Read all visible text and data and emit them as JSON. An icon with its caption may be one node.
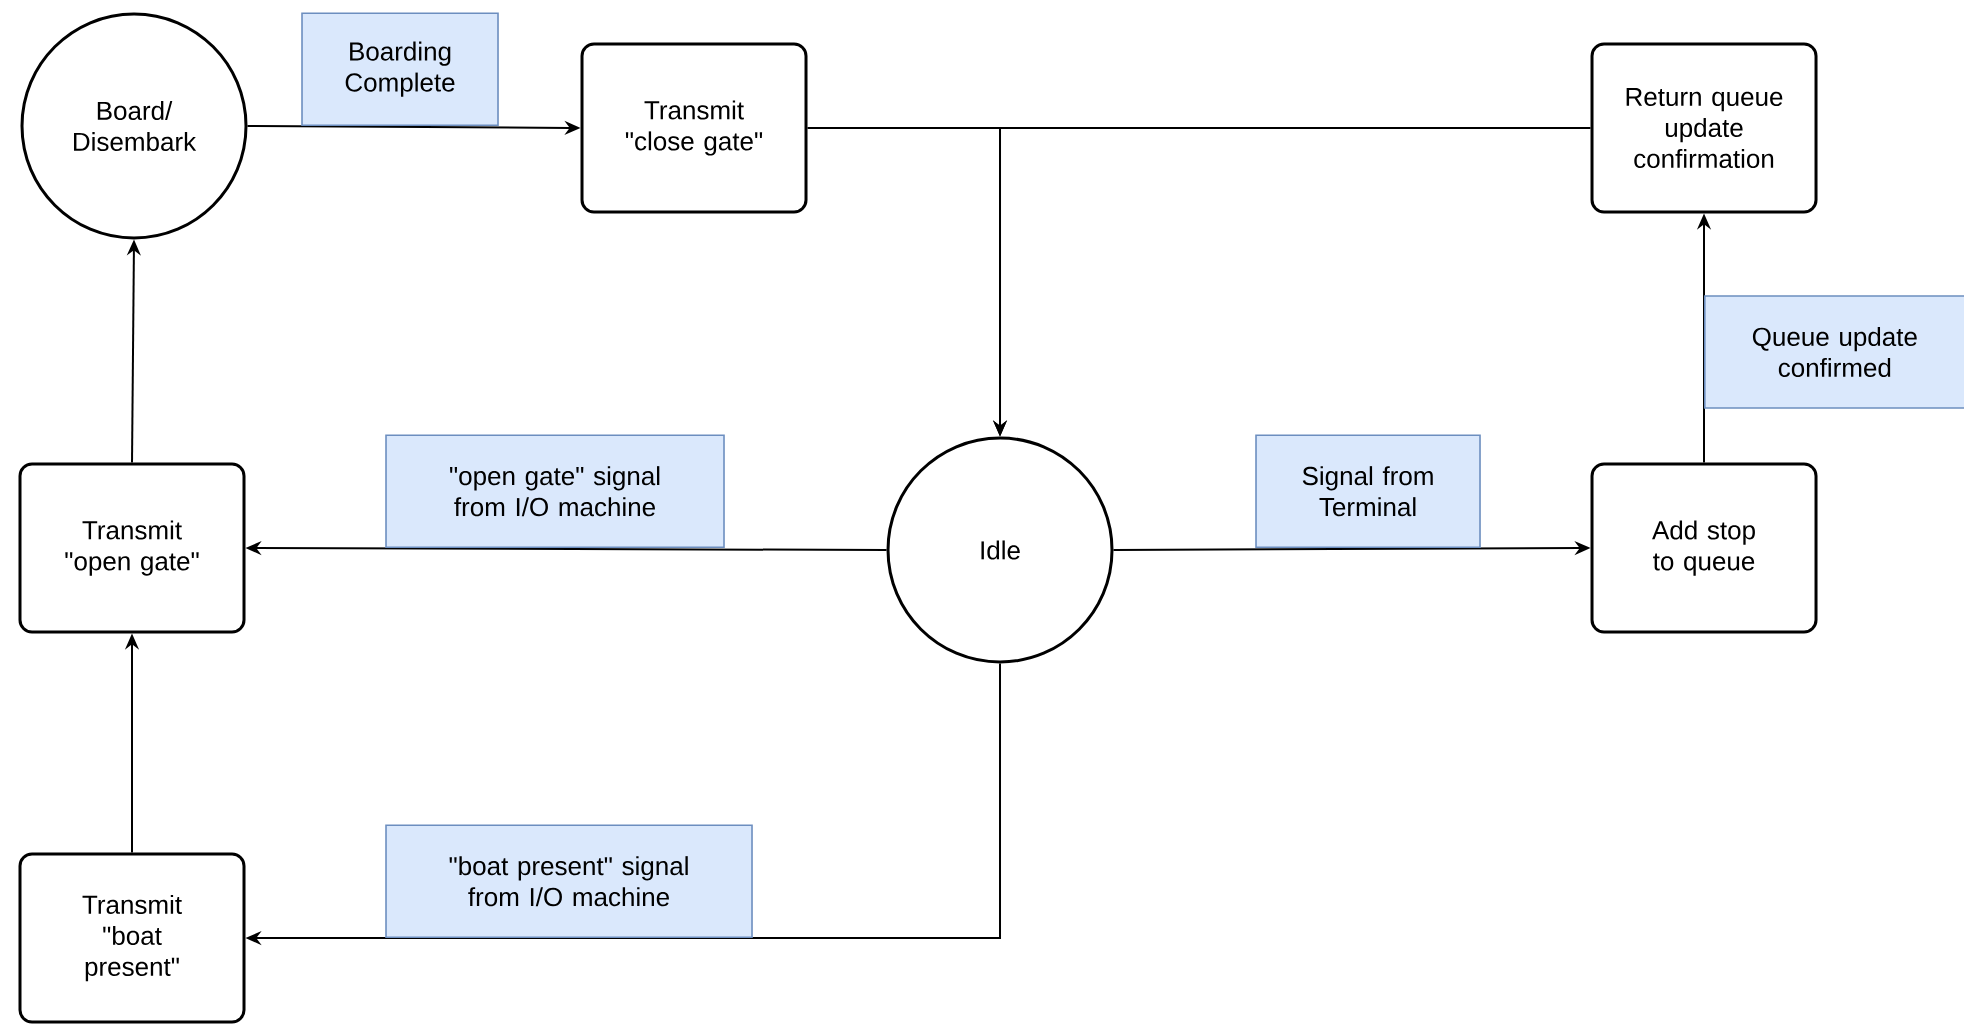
{
  "diagram": {
    "nodes": [
      {
        "text": [
          "Board/ Disembark"
        ]
      },
      {
        "text": [
          "Transmit \"close gate\""
        ]
      },
      {
        "text": [
          "Return queue update confirmation"
        ]
      },
      {
        "text": [
          "Idle"
        ]
      },
      {
        "text": [
          "Transmit \"open gate\""
        ]
      },
      {
        "text": [
          "Add stop to queue"
        ]
      },
      {
        "text": [
          "Transmit \"boat present\""
        ]
      }
    ],
    "edges": [
      {
        "from": 0,
        "to": 1,
        "arrow": "to",
        "label": "Boarding Complete"
      },
      {
        "from": 1,
        "to": 3,
        "arrow": "to"
      },
      {
        "from": 2,
        "to": 3,
        "arrow": "to"
      },
      {
        "from": 3,
        "to": 4,
        "arrow": "to",
        "label": "\"open gate\" signal from I/O machine"
      },
      {
        "from": 3,
        "to": 5,
        "arrow": "to",
        "label": "Signal from Terminal"
      },
      {
        "from": 5,
        "to": 2,
        "arrow": "to",
        "label": "Queue update confirmed"
      },
      {
        "from": 3,
        "to": 6,
        "arrow": "to",
        "label": "\"boat present\" signal from I/O machine"
      },
      {
        "from": 6,
        "to": 4,
        "arrow": "to"
      },
      {
        "from": 4,
        "to": 0,
        "arrow": "to"
      }
    ]
  }
}
